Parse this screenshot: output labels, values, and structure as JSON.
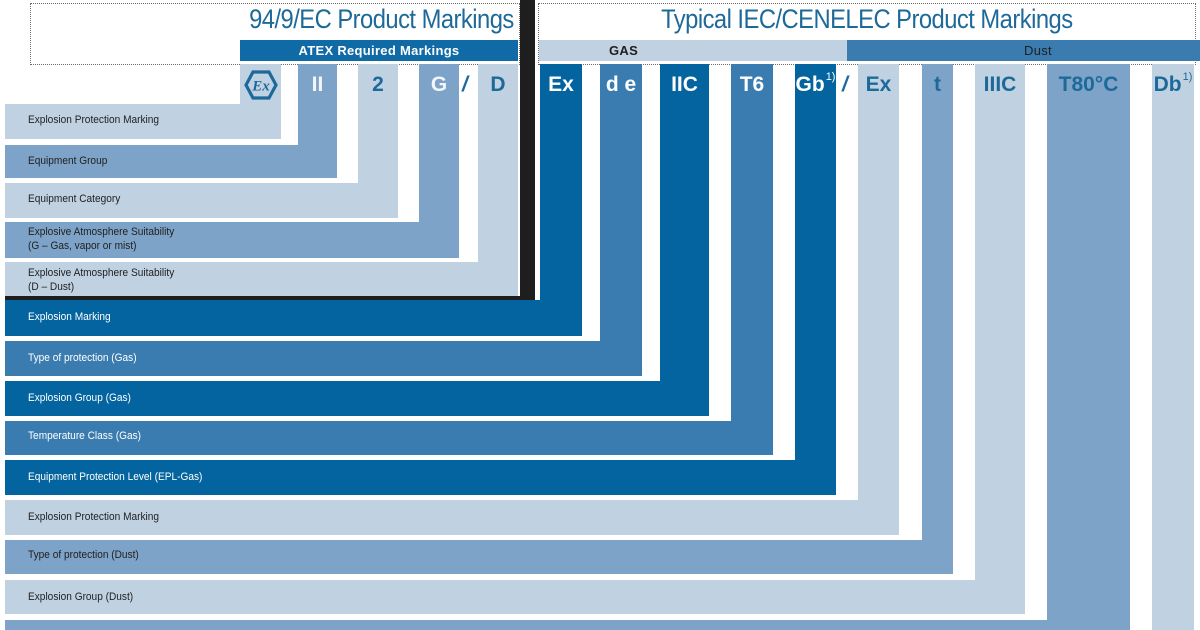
{
  "colors": {
    "dark": "#04649f",
    "medium": "#3a7cb0",
    "steel": "#7ea3c8",
    "pale": "#c0d1e2",
    "title_text": "#1d6a9a",
    "atex_bar": "#0f6aa6",
    "gas_bar": "#c0d1e2",
    "dust_bar": "#3a7cb0",
    "divider": "#1e1e1e"
  },
  "header": {
    "left_title": "94/9/EC Product Markings",
    "right_title": "Typical IEC/CENELEC Product Markings",
    "atex_label": "ATEX Required Markings",
    "gas_label": "GAS",
    "dust_label": "Dust"
  },
  "symbols": [
    {
      "id": "ex-hex",
      "text": "Ex",
      "is_icon": true
    },
    {
      "id": "II",
      "text": "II"
    },
    {
      "id": "2",
      "text": "2"
    },
    {
      "id": "G",
      "text": "G"
    },
    {
      "id": "D",
      "text": "D"
    },
    {
      "id": "Ex",
      "text": "Ex"
    },
    {
      "id": "de",
      "text": "d e"
    },
    {
      "id": "IIC",
      "text": "IIC"
    },
    {
      "id": "T6",
      "text": "T6"
    },
    {
      "id": "Gb",
      "text": "Gb",
      "footnote": "1)"
    },
    {
      "id": "Ex-dust",
      "text": "Ex"
    },
    {
      "id": "t",
      "text": "t"
    },
    {
      "id": "IIIC",
      "text": "IIIC"
    },
    {
      "id": "T80C",
      "text": "T80°C"
    },
    {
      "id": "Db",
      "text": "Db",
      "footnote": "1)"
    }
  ],
  "separators": {
    "gd": "/",
    "gas_dust": "/"
  },
  "rows": [
    {
      "label_1": "Explosion Protection Marking",
      "label_2": ""
    },
    {
      "label_1": "Equipment Group",
      "label_2": ""
    },
    {
      "label_1": "Equipment Category",
      "label_2": ""
    },
    {
      "label_1": "Explosive Atmosphere Suitability",
      "label_2": "(G – Gas, vapor or mist)"
    },
    {
      "label_1": "Explosive Atmosphere Suitability",
      "label_2": "(D – Dust)"
    },
    {
      "label_1": "Explosion Marking",
      "label_2": ""
    },
    {
      "label_1": "Type of protection (Gas)",
      "label_2": ""
    },
    {
      "label_1": "Explosion Group (Gas)",
      "label_2": ""
    },
    {
      "label_1": "Temperature Class (Gas)",
      "label_2": ""
    },
    {
      "label_1": "Equipment Protection Level (EPL-Gas)",
      "label_2": ""
    },
    {
      "label_1": "Explosion Protection Marking",
      "label_2": ""
    },
    {
      "label_1": "Type of protection (Dust)",
      "label_2": ""
    },
    {
      "label_1": "Explosion Group (Dust)",
      "label_2": ""
    },
    {
      "label_1": "",
      "label_2": ""
    }
  ]
}
